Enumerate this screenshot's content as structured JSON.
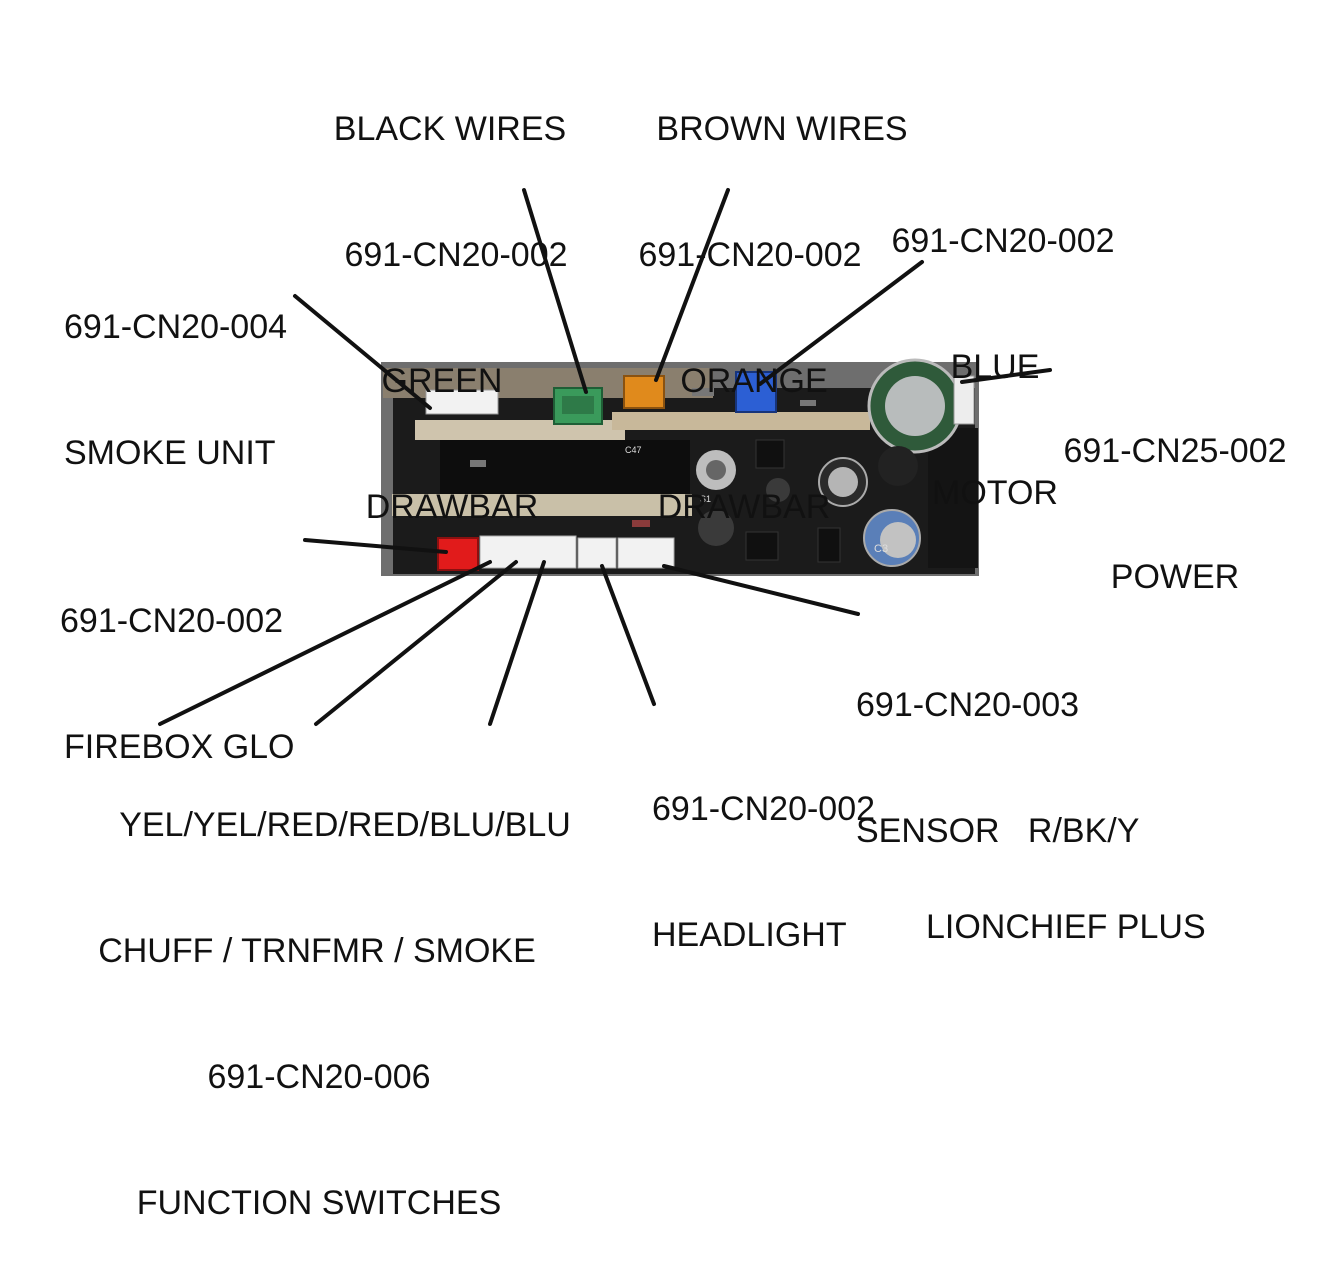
{
  "colors": {
    "leader": "#111111",
    "board_bg": "#6e6e6e",
    "pcb": "#1a1a1a",
    "green_connector": "#3a9a5b",
    "orange_connector": "#e08a1c",
    "blue_connector": "#2c5fd4",
    "red_connector": "#e11b1b",
    "white_connector": "#f2f2f2"
  },
  "labels": {
    "black_wires": [
      "BLACK WIRES",
      "691-CN20-002",
      "GREEN",
      "DRAWBAR"
    ],
    "brown_wires": [
      "BROWN WIRES",
      "691-CN20-002",
      "ORANGE",
      "DRAWBAR"
    ],
    "motor": [
      "691-CN20-002",
      "BLUE",
      "MOTOR"
    ],
    "smoke_unit": [
      "691-CN20-004",
      "SMOKE UNIT"
    ],
    "power": [
      "691-CN25-002",
      "POWER"
    ],
    "firebox": [
      "691-CN20-002",
      "FIREBOX GLO"
    ],
    "sensor": [
      "691-CN20-003",
      "SENSOR   R/BK/Y"
    ],
    "function_switches": [
      "YEL/YEL/RED/RED/BLU/BLU",
      "CHUFF / TRNFMR / SMOKE",
      "691-CN20-006",
      "FUNCTION SWITCHES"
    ],
    "headlight": [
      "691-CN20-002",
      "HEADLIGHT"
    ],
    "product": [
      "LIONCHIEF PLUS"
    ]
  },
  "board": {
    "component_labels": [
      "C47",
      "S1",
      "C3"
    ]
  }
}
